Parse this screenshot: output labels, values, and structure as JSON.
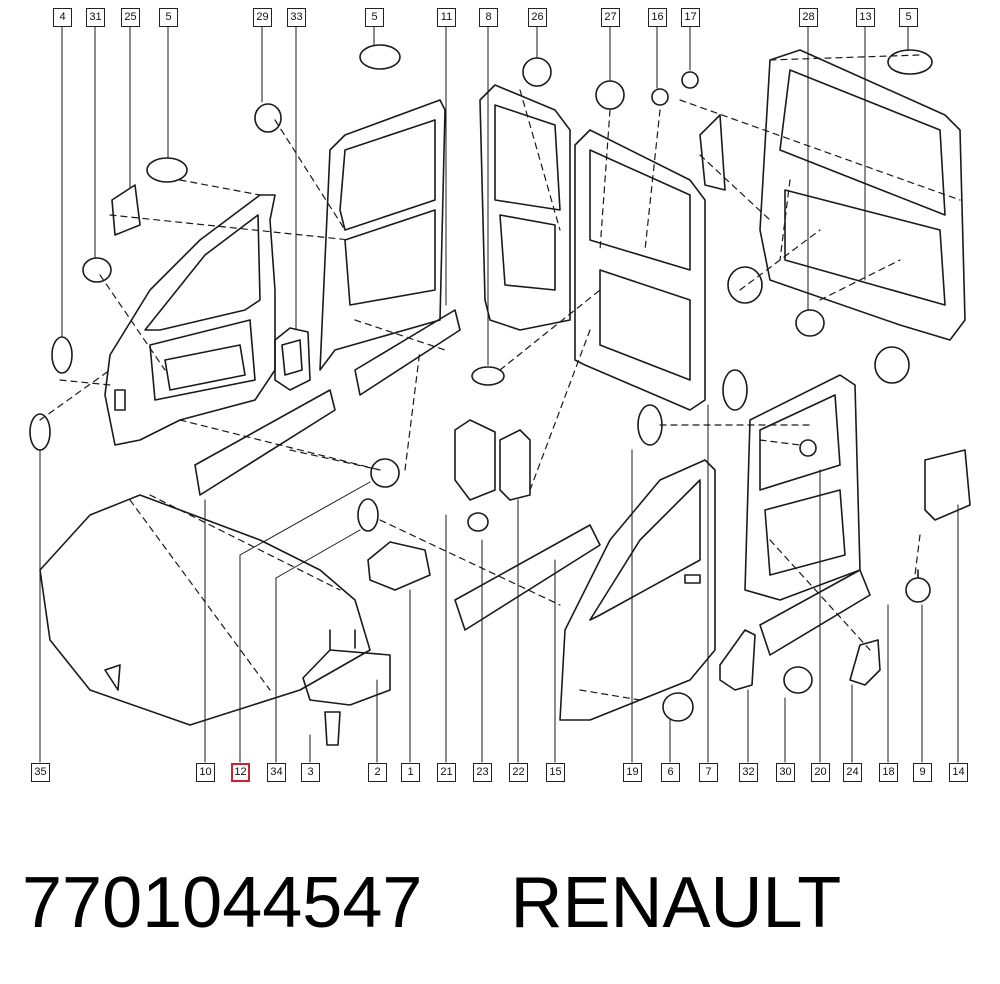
{
  "callouts_top": [
    "4",
    "31",
    "25",
    "5",
    "29",
    "33",
    "5",
    "11",
    "8",
    "26",
    "27",
    "16",
    "17",
    "28",
    "13",
    "5"
  ],
  "callouts_bottom": [
    "35",
    "10",
    "12",
    "34",
    "3",
    "2",
    "1",
    "21",
    "23",
    "22",
    "15",
    "19",
    "6",
    "7",
    "32",
    "30",
    "20",
    "24",
    "18",
    "9",
    "14"
  ],
  "highlighted_callout": "12",
  "caption": {
    "part_number": "7701044547",
    "brand": "RENAULT"
  },
  "colors": {
    "line": "#1a1a1a",
    "highlight": "#d0202a",
    "background": "#ffffff"
  }
}
